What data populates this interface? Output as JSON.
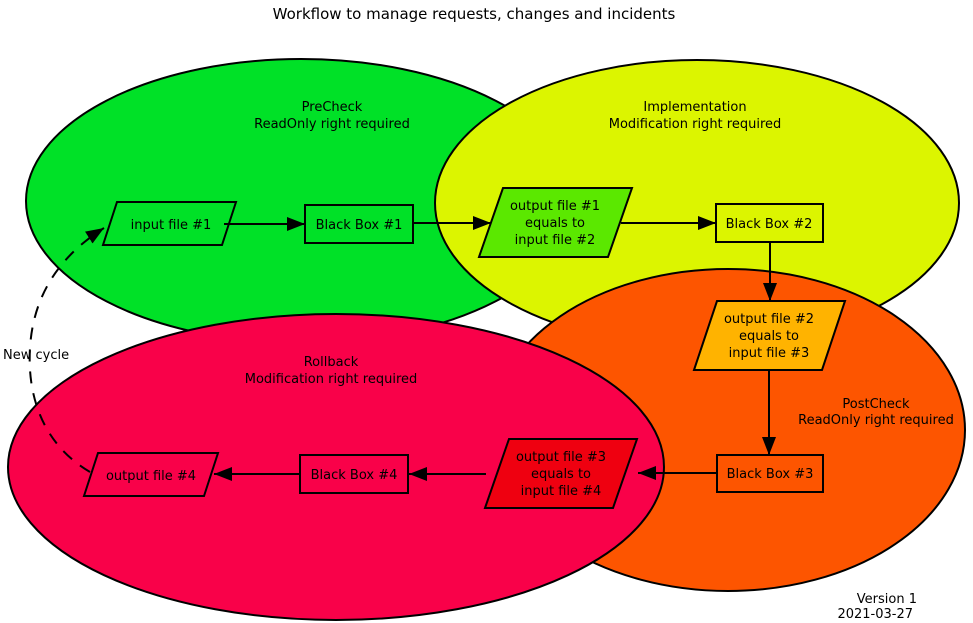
{
  "title": "Workflow to manage requests, changes and incidents",
  "colors": {
    "precheck_green": "#00E127",
    "implementation_yellow": "#DCF500",
    "postcheck_orange": "#FD5500",
    "rollback_crimson": "#F90149",
    "file12_chartreuse": "#5BE800",
    "file23_amber": "#FFB300",
    "file34_red": "#EF0010",
    "line_black": "#000000"
  },
  "regions": {
    "precheck": {
      "name": "PreCheck",
      "requirement": "ReadOnly right required"
    },
    "implementation": {
      "name": "Implementation",
      "requirement": "Modification right required"
    },
    "postcheck": {
      "name": "PostCheck",
      "requirement": "ReadOnly right required"
    },
    "rollback": {
      "name": "Rollback",
      "requirement": "Modification right required"
    }
  },
  "nodes": {
    "input_file_1": {
      "label": "input file #1"
    },
    "black_box_1": {
      "label": "Black Box #1"
    },
    "file_1_2": {
      "lines": [
        "output file #1",
        "equals to",
        "input file #2"
      ]
    },
    "black_box_2": {
      "label": "Black Box #2"
    },
    "file_2_3": {
      "lines": [
        "output file #2",
        "equals to",
        "input file #3"
      ]
    },
    "black_box_3": {
      "label": "Black Box #3"
    },
    "file_3_4": {
      "lines": [
        "output file #3",
        "equals to",
        "input file #4"
      ]
    },
    "black_box_4": {
      "label": "Black Box #4"
    },
    "output_file_4": {
      "label": "output file #4"
    }
  },
  "annotations": {
    "new_cycle": "New cycle"
  },
  "footer": {
    "version": "Version 1",
    "date": "2021-03-27"
  }
}
